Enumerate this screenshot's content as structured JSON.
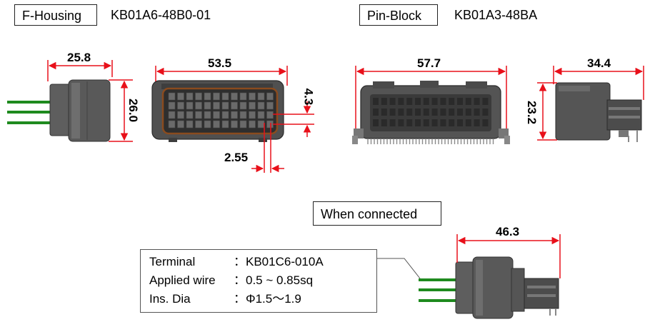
{
  "f_housing": {
    "label": "F-Housing",
    "part_number": "KB01A6-48B0-01"
  },
  "pin_block": {
    "label": "Pin-Block",
    "part_number": "KB01A3-48BA"
  },
  "when_connected": {
    "label": "When connected",
    "dimension": "46.3"
  },
  "dimensions": {
    "fh_side_width": "25.8",
    "fh_side_height": "26.0",
    "fh_front_width": "53.5",
    "fh_pitch_vertical": "4.3",
    "fh_pitch_horizontal": "2.55",
    "pb_front_width": "57.7",
    "pb_side_height": "23.2",
    "pb_side_width": "34.4"
  },
  "specs": [
    {
      "key": "Terminal",
      "sep": "：",
      "value": "KB01C6-010A"
    },
    {
      "key": "Applied wire",
      "sep": "：",
      "value": "0.5 ~ 0.85sq"
    },
    {
      "key": "Ins. Dia",
      "sep": "：",
      "value": "Φ1.5～1.9"
    }
  ],
  "colors": {
    "dimension_line": "#e8101a",
    "housing_body": "#545454",
    "housing_dark": "#2e2e2e",
    "housing_light": "#7a7a7a",
    "seal_brown": "#8a4b1e",
    "wire_green": "#1e8a1e"
  }
}
